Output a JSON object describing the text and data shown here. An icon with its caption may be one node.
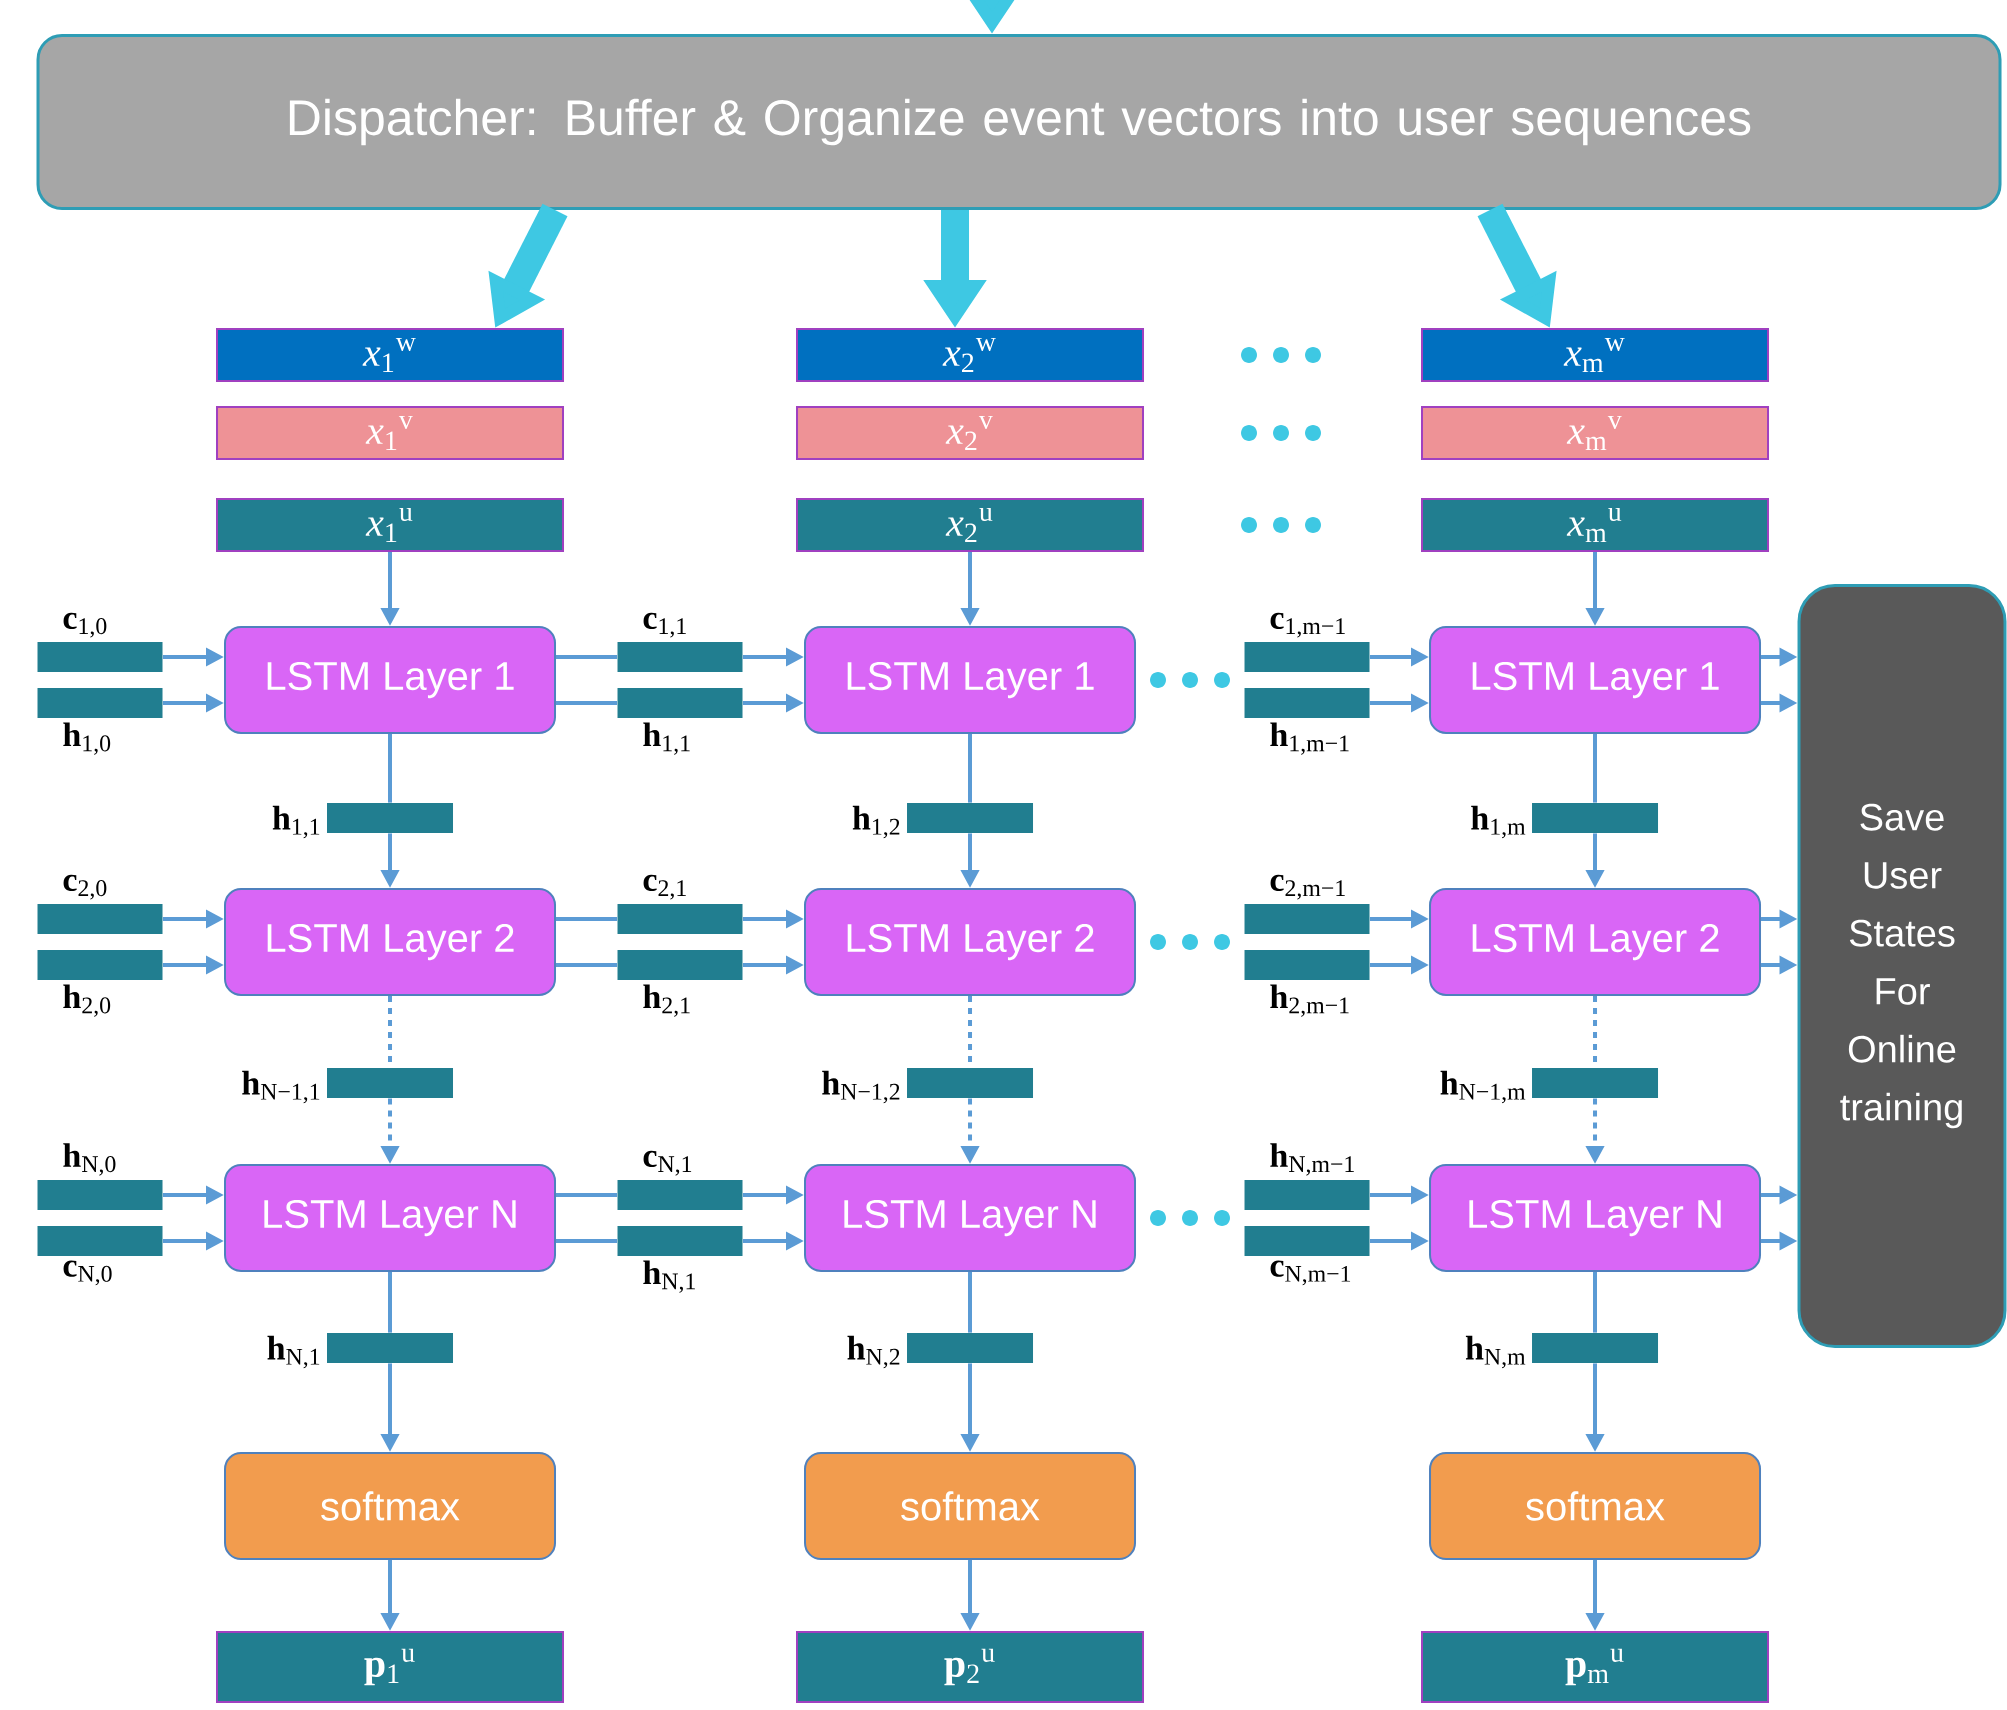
{
  "diagram": {
    "nodes": [
      {
        "text": [
          "Dispatcher: Buffer & Organize event vectors into user sequences"
        ]
      },
      {
        "text": [
          "*x*$_{1}$$^{w}$"
        ]
      },
      {
        "text": [
          "*x*$_{1}$$^{v}$"
        ]
      },
      {
        "text": [
          "*x*$_{1}$$^{u}$"
        ]
      },
      {
        "text": [
          "LSTM Layer 1"
        ]
      },
      {
        "text": [],
        "shape": "bar",
        "beside": [
          "**h**$_{1,1}$"
        ]
      },
      {
        "text": [
          "LSTM Layer 2"
        ]
      },
      {
        "text": [],
        "shape": "bar",
        "beside": [
          "**h**$_{N−1,1}$"
        ]
      },
      {
        "text": [
          "LSTM Layer N"
        ]
      },
      {
        "text": [],
        "shape": "bar",
        "beside": [
          "**h**$_{N,1}$"
        ]
      },
      {
        "text": [
          "softmax"
        ]
      },
      {
        "text": [
          "**p**$_{1}$$^{u}$"
        ]
      },
      {
        "text": [
          "*x*$_{2}$$^{w}$"
        ]
      },
      {
        "text": [
          "*x*$_{2}$$^{v}$"
        ]
      },
      {
        "text": [
          "*x*$_{2}$$^{u}$"
        ]
      },
      {
        "text": [
          "LSTM Layer 1"
        ]
      },
      {
        "text": [],
        "shape": "bar",
        "beside": [
          "**h**$_{1,2}$"
        ]
      },
      {
        "text": [
          "LSTM Layer 2"
        ]
      },
      {
        "text": [],
        "shape": "bar",
        "beside": [
          "**h**$_{N−1,2}$"
        ]
      },
      {
        "text": [
          "LSTM Layer N"
        ]
      },
      {
        "text": [],
        "shape": "bar",
        "beside": [
          "**h**$_{N,2}$"
        ]
      },
      {
        "text": [
          "softmax"
        ]
      },
      {
        "text": [
          "**p**$_{2}$$^{u}$"
        ]
      },
      {
        "text": [
          "*x*$_{m}$$^{w}$"
        ]
      },
      {
        "text": [
          "*x*$_{m}$$^{v}$"
        ]
      },
      {
        "text": [
          "*x*$_{m}$$^{u}$"
        ]
      },
      {
        "text": [
          "LSTM Layer 1"
        ]
      },
      {
        "text": [],
        "shape": "bar",
        "beside": [
          "**h**$_{1,m}$"
        ]
      },
      {
        "text": [
          "LSTM Layer 2"
        ]
      },
      {
        "text": [],
        "shape": "bar",
        "beside": [
          "**h**$_{N−1,m}$"
        ]
      },
      {
        "text": [
          "LSTM Layer N"
        ]
      },
      {
        "text": [],
        "shape": "bar",
        "beside": [
          "**h**$_{N,m}$"
        ]
      },
      {
        "text": [
          "softmax"
        ]
      },
      {
        "text": [
          "**p**$_{m}$$^{u}$"
        ]
      },
      {
        "text": [],
        "shape": "bar",
        "beside": [
          "**c**$_{1,0}$"
        ]
      },
      {
        "text": [],
        "shape": "bar",
        "beside": [
          "**h**$_{1,0}$"
        ]
      },
      {
        "text": [],
        "shape": "bar",
        "beside": [
          "**c**$_{2,0}$"
        ]
      },
      {
        "text": [],
        "shape": "bar",
        "beside": [
          "**h**$_{2,0}$"
        ]
      },
      {
        "text": [],
        "shape": "bar",
        "beside": [
          "**h**$_{N,0}$"
        ]
      },
      {
        "text": [],
        "shape": "bar",
        "beside": [
          "**c**$_{N,0}$"
        ]
      },
      {
        "text": [],
        "shape": "bar",
        "beside": [
          "**c**$_{1,1}$"
        ]
      },
      {
        "text": [],
        "shape": "bar",
        "beside": [
          "**h**$_{1,1}$"
        ]
      },
      {
        "text": [],
        "shape": "bar",
        "beside": [
          "**c**$_{2,1}$"
        ]
      },
      {
        "text": [],
        "shape": "bar",
        "beside": [
          "**h**$_{2,1}$"
        ]
      },
      {
        "text": [],
        "shape": "bar",
        "beside": [
          "**c**$_{N,1}$"
        ]
      },
      {
        "text": [],
        "shape": "bar",
        "beside": [
          "**h**$_{N,1}$"
        ]
      },
      {
        "text": [],
        "shape": "bar",
        "beside": [
          "**c**$_{1,m−1}$"
        ]
      },
      {
        "text": [],
        "shape": "bar",
        "beside": [
          "**h**$_{1,m−1}$"
        ]
      },
      {
        "text": [],
        "shape": "bar",
        "beside": [
          "**c**$_{2,m−1}$"
        ]
      },
      {
        "text": [],
        "shape": "bar",
        "beside": [
          "**h**$_{2,m−1}$"
        ]
      },
      {
        "text": [],
        "shape": "bar",
        "beside": [
          "**h**$_{N,m−1}$"
        ]
      },
      {
        "text": [],
        "shape": "bar",
        "beside": [
          "**c**$_{N,m−1}$"
        ]
      },
      {
        "text": [
          "Save User States For Online training"
        ]
      }
    ],
    "edges": [
      {
        "from": null,
        "to": 0,
        "arrow": "to",
        "style": "thick",
        "color": "#3ec8e3"
      },
      {
        "from": 0,
        "to": 1,
        "arrow": "to",
        "style": "thick",
        "color": "#3ec8e3"
      },
      {
        "from": 0,
        "to": 12,
        "arrow": "to",
        "style": "thick",
        "color": "#3ec8e3"
      },
      {
        "from": 0,
        "to": 23,
        "arrow": "to",
        "style": "thick",
        "color": "#3ec8e3"
      },
      {
        "from": 3,
        "to": 4,
        "arrow": "to"
      },
      {
        "from": 4,
        "to": 5,
        "arrow": "none"
      },
      {
        "from": 5,
        "to": 6,
        "arrow": "to"
      },
      {
        "from": 6,
        "to": 7,
        "arrow": "none",
        "style": "dashed"
      },
      {
        "from": 7,
        "to": 8,
        "arrow": "to",
        "style": "dashed"
      },
      {
        "from": 8,
        "to": 9,
        "arrow": "none"
      },
      {
        "from": 9,
        "to": 10,
        "arrow": "to"
      },
      {
        "from": 10,
        "to": 11,
        "arrow": "to"
      },
      {
        "from": 14,
        "to": 15,
        "arrow": "to"
      },
      {
        "from": 15,
        "to": 16,
        "arrow": "none"
      },
      {
        "from": 16,
        "to": 17,
        "arrow": "to"
      },
      {
        "from": 17,
        "to": 18,
        "arrow": "none",
        "style": "dashed"
      },
      {
        "from": 18,
        "to": 19,
        "arrow": "to",
        "style": "dashed"
      },
      {
        "from": 19,
        "to": 20,
        "arrow": "none"
      },
      {
        "from": 20,
        "to": 21,
        "arrow": "to"
      },
      {
        "from": 21,
        "to": 22,
        "arrow": "to"
      },
      {
        "from": 25,
        "to": 26,
        "arrow": "to"
      },
      {
        "from": 26,
        "to": 27,
        "arrow": "none"
      },
      {
        "from": 27,
        "to": 28,
        "arrow": "to"
      },
      {
        "from": 28,
        "to": 29,
        "arrow": "none",
        "style": "dashed"
      },
      {
        "from": 29,
        "to": 30,
        "arrow": "to",
        "style": "dashed"
      },
      {
        "from": 30,
        "to": 31,
        "arrow": "none"
      },
      {
        "from": 31,
        "to": 32,
        "arrow": "to"
      },
      {
        "from": 32,
        "to": 33,
        "arrow": "to"
      },
      {
        "from": 34,
        "to": 4,
        "arrow": "to"
      },
      {
        "from": 35,
        "to": 4,
        "arrow": "to"
      },
      {
        "from": 36,
        "to": 6,
        "arrow": "to"
      },
      {
        "from": 37,
        "to": 6,
        "arrow": "to"
      },
      {
        "from": 38,
        "to": 8,
        "arrow": "to"
      },
      {
        "from": 39,
        "to": 8,
        "arrow": "to"
      },
      {
        "from": 4,
        "to": 40,
        "arrow": "none"
      },
      {
        "from": 4,
        "to": 41,
        "arrow": "none"
      },
      {
        "from": 6,
        "to": 42,
        "arrow": "none"
      },
      {
        "from": 6,
        "to": 43,
        "arrow": "none"
      },
      {
        "from": 8,
        "to": 44,
        "arrow": "none"
      },
      {
        "from": 8,
        "to": 45,
        "arrow": "none"
      },
      {
        "from": 40,
        "to": 15,
        "arrow": "to"
      },
      {
        "from": 41,
        "to": 15,
        "arrow": "to"
      },
      {
        "from": 42,
        "to": 17,
        "arrow": "to"
      },
      {
        "from": 43,
        "to": 17,
        "arrow": "to"
      },
      {
        "from": 44,
        "to": 19,
        "arrow": "to"
      },
      {
        "from": 45,
        "to": 19,
        "arrow": "to"
      },
      {
        "from": 46,
        "to": 26,
        "arrow": "to"
      },
      {
        "from": 47,
        "to": 26,
        "arrow": "to"
      },
      {
        "from": 48,
        "to": 28,
        "arrow": "to"
      },
      {
        "from": 49,
        "to": 28,
        "arrow": "to"
      },
      {
        "from": 50,
        "to": 30,
        "arrow": "to"
      },
      {
        "from": 51,
        "to": 30,
        "arrow": "to"
      },
      {
        "from": 26,
        "to": 52,
        "arrow": "to"
      },
      {
        "from": 26,
        "to": 52,
        "arrow": "to"
      },
      {
        "from": 28,
        "to": 52,
        "arrow": "to"
      },
      {
        "from": 28,
        "to": 52,
        "arrow": "to"
      },
      {
        "from": 30,
        "to": 52,
        "arrow": "to"
      },
      {
        "from": 30,
        "to": 52,
        "arrow": "to"
      }
    ]
  }
}
